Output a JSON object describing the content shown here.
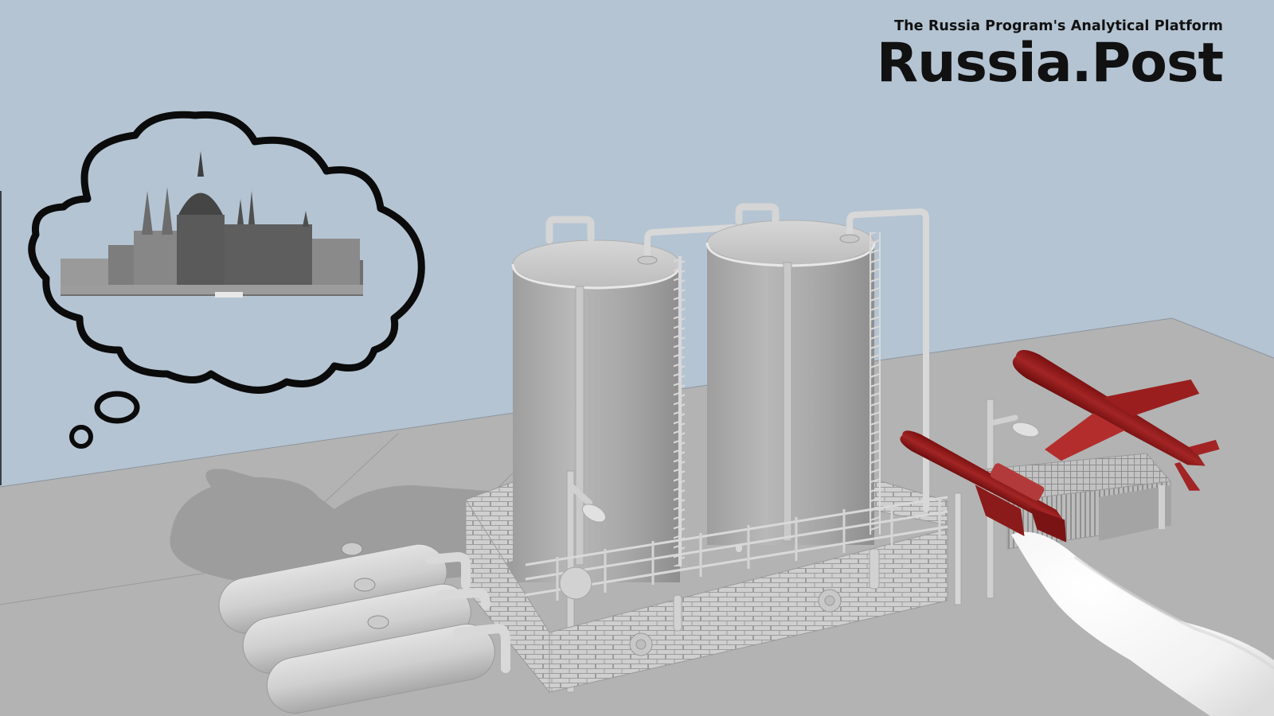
{
  "brand": {
    "tagline": "The Russia Program's Analytical Platform",
    "logo": "Russia.Post"
  },
  "scene": {
    "description": "Illustration: oil storage facility with two red cruise missiles and a thought bubble depicting the Hungarian Parliament building",
    "thought_bubble": {
      "subject": "hungarian-parliament-building",
      "style": "grayscale photo"
    },
    "missiles": [
      {
        "name": "missile-upper",
        "color": "#8b1a1a"
      },
      {
        "name": "missile-lower",
        "color": "#8b1a1a"
      }
    ]
  },
  "colors": {
    "sky": "#b4c4d3",
    "ground": "#b3b3b3",
    "ground_shadow": "#9a9a9a",
    "tank": "#a9a9a9",
    "tank_light": "#c9c9c9",
    "missile": "#8b1a1a",
    "missile_light": "#b83a3a",
    "smoke": "#f4f4f4",
    "ink": "#111111"
  }
}
